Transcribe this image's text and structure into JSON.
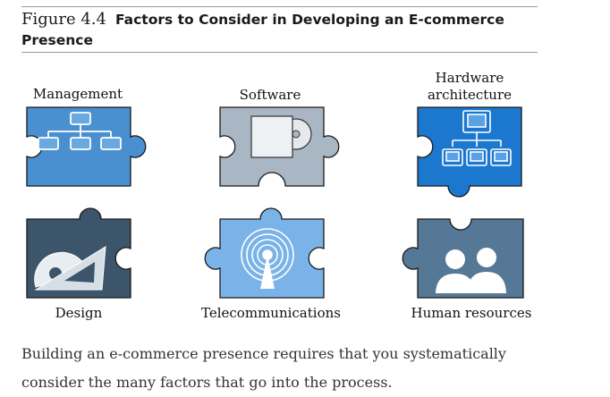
{
  "figure": {
    "number": "Figure 4.4",
    "title": "Factors to Consider in Developing an E-commerce Presence"
  },
  "pieces": [
    {
      "id": "management",
      "label": "Management",
      "color": "#4a90d0",
      "icon": "org-chart-icon"
    },
    {
      "id": "software",
      "label": "Software",
      "color": "#a9b6c4",
      "icon": "software-box-icon"
    },
    {
      "id": "hardware",
      "label_line1": "Hardware",
      "label_line2": "architecture",
      "color": "#1c78cf",
      "icon": "network-computers-icon"
    },
    {
      "id": "design",
      "label": "Design",
      "color": "#3d556b",
      "icon": "protractor-triangle-icon"
    },
    {
      "id": "telecommunications",
      "label": "Telecommunications",
      "color": "#7ab3e8",
      "icon": "broadcast-antenna-icon"
    },
    {
      "id": "human-resources",
      "label": "Human resources",
      "color": "#557896",
      "icon": "people-silhouettes-icon"
    }
  ],
  "caption": {
    "line1": "Building an e-commerce presence requires that you systematically",
    "line2": "consider the many factors that go into the process."
  }
}
